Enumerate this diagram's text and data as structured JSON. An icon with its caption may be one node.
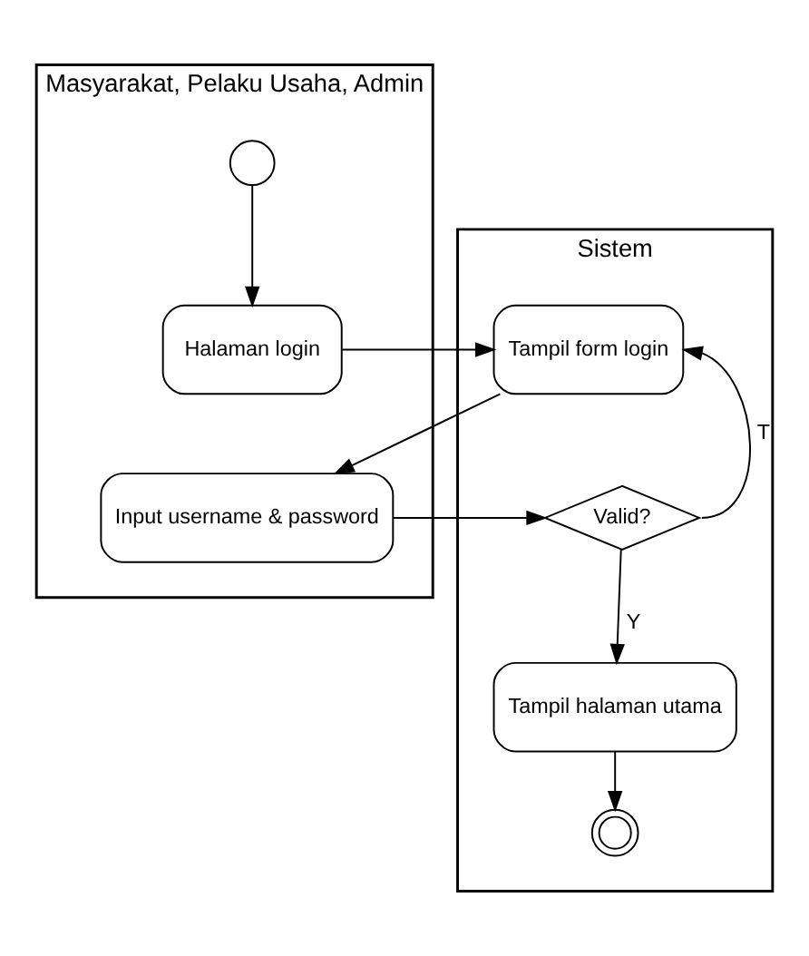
{
  "diagram": {
    "nodes": [
      {
        "text": [
          "Masyarakat, Pelaku Usaha, Admin"
        ]
      },
      {
        "text": [
          "Sistem"
        ]
      },
      {
        "text": [],
        "shape": "circle",
        "in": 0
      },
      {
        "text": [
          "Halaman login"
        ],
        "in": 0
      },
      {
        "text": [
          "Tampil form login"
        ],
        "in": 1
      },
      {
        "text": [
          "Input username & password"
        ],
        "in": 0
      },
      {
        "text": [
          "Valid?"
        ],
        "in": 1
      },
      {
        "text": [
          "Tampil halaman utama"
        ],
        "in": 1
      },
      {
        "text": [],
        "shape": "doublecircle",
        "in": 1
      }
    ],
    "edges": [
      {
        "from": 2,
        "to": 3,
        "arrow": "to"
      },
      {
        "from": 3,
        "to": 4,
        "arrow": "to"
      },
      {
        "from": 4,
        "to": 5,
        "arrow": "to"
      },
      {
        "from": 5,
        "to": 6,
        "arrow": "to"
      },
      {
        "from": 6,
        "to": 4,
        "arrow": "to",
        "label": "T"
      },
      {
        "from": 6,
        "to": 7,
        "arrow": "to",
        "label": "Y"
      },
      {
        "from": 7,
        "to": 8,
        "arrow": "to"
      }
    ]
  }
}
